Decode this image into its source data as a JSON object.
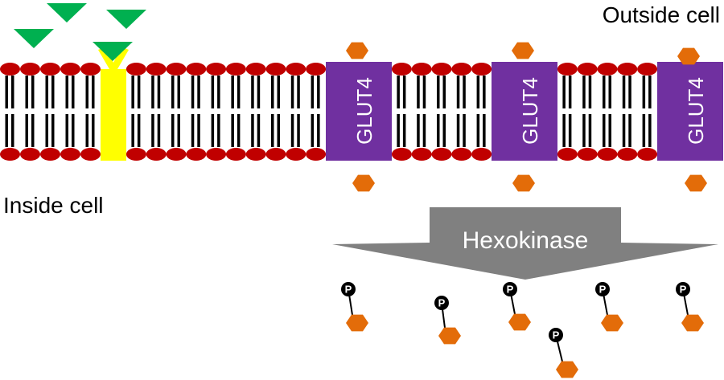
{
  "labels": {
    "outside": "Outside cell",
    "inside": "Inside cell"
  },
  "transporter": {
    "name": "GLUT4",
    "count": 3,
    "color": "#7030a0"
  },
  "receptor": {
    "name": "insulin-receptor",
    "color": "#ffff00"
  },
  "ligand": {
    "name": "insulin",
    "color": "#00b050",
    "count": 4
  },
  "glucose": {
    "color": "#e36c09",
    "outside_count": 3,
    "inside_count": 3
  },
  "membrane": {
    "head_color": "#c00000",
    "tail_color": "#000000"
  },
  "enzyme": {
    "label": "Hexokinase",
    "color": "#808080"
  },
  "phosphate": {
    "label": "P",
    "color": "#000000",
    "count": 6
  }
}
